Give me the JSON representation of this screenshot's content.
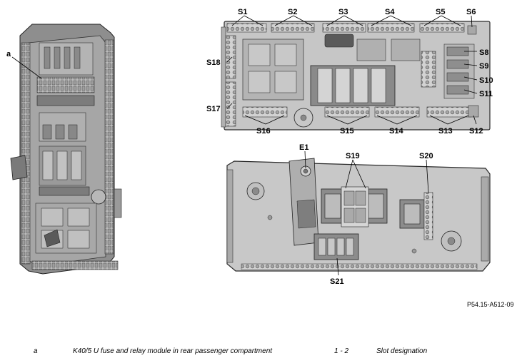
{
  "labels": {
    "a": "a",
    "s1": "S1",
    "s2": "S2",
    "s3": "S3",
    "s4": "S4",
    "s5": "S5",
    "s6": "S6",
    "s8": "S8",
    "s9": "S9",
    "s10": "S10",
    "s11": "S11",
    "s12": "S12",
    "s13": "S13",
    "s14": "S14",
    "s15": "S15",
    "s16": "S16",
    "s17": "S17",
    "s18": "S18",
    "e1": "E1",
    "s19": "S19",
    "s20": "S20",
    "s21": "S21"
  },
  "reference": "P54.15-A512-09",
  "legend": {
    "key1": "a",
    "desc1": "K40/5 U fuse and relay module in rear passenger compartment",
    "key2": "1 - 2",
    "desc2": "Slot designation"
  },
  "colors": {
    "housing": "#c8c8c8",
    "housing_dark": "#8c8c8c",
    "outline": "#2a2a2a",
    "module": "#9a9a9a"
  }
}
